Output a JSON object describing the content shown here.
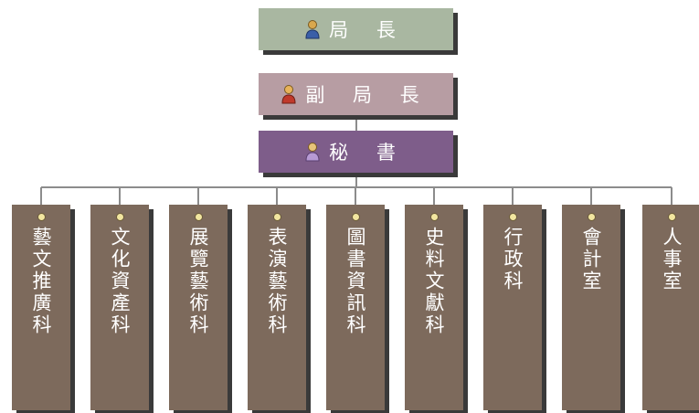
{
  "org_chart": {
    "top": {
      "label": "局 長",
      "icon": "person-icon"
    },
    "deputy": {
      "label": "副 局 長",
      "icon": "person-icon"
    },
    "secretary": {
      "label": "秘 書",
      "icon": "person-icon"
    },
    "departments": [
      {
        "label": "藝文推廣科"
      },
      {
        "label": "文化資產科"
      },
      {
        "label": "展覽藝術科"
      },
      {
        "label": "表演藝術科"
      },
      {
        "label": "圖書資訊科"
      },
      {
        "label": "史料文獻科"
      },
      {
        "label": "行政科"
      },
      {
        "label": "會計室"
      },
      {
        "label": "人事室"
      }
    ]
  },
  "colors": {
    "top_box": "#a9b7a1",
    "deputy_box": "#b79da3",
    "secretary_box": "#7e5d8a",
    "department_box": "#7d6a5c",
    "connector": "#8c8c8c",
    "shadow": "#3a3a3a"
  }
}
